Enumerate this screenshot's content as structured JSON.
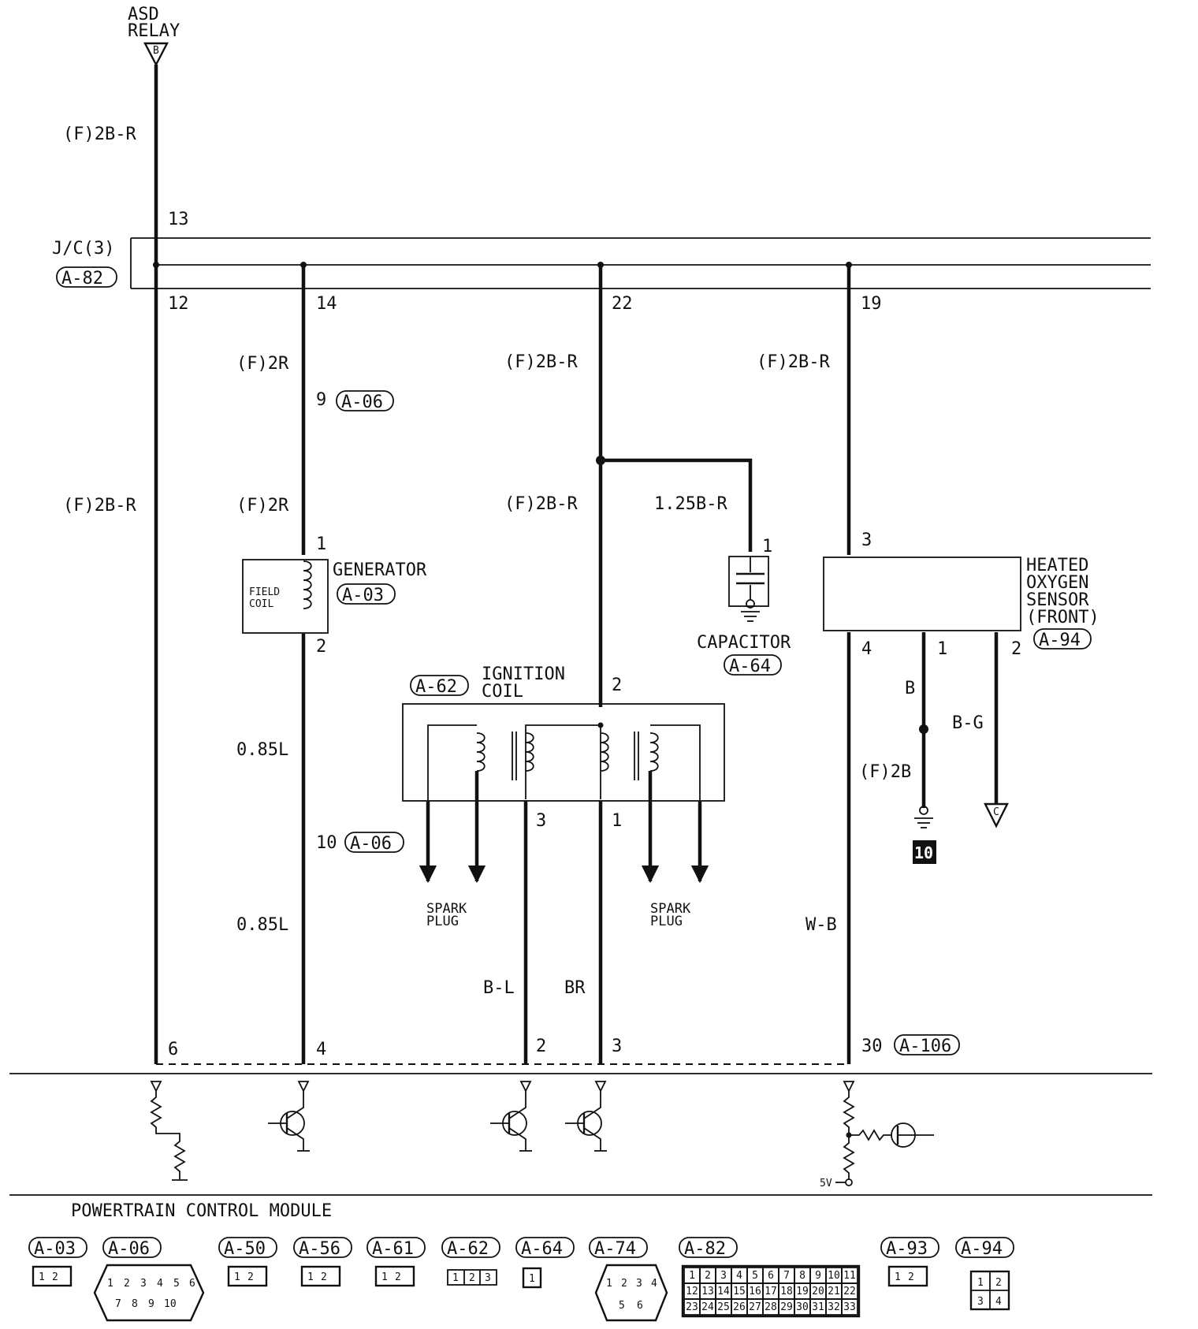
{
  "asd_relay": {
    "line1": "ASD",
    "line2": "RELAY",
    "connector": "B"
  },
  "wire_labels": {
    "relay_feed": "(F)2B-R",
    "w12": "(F)2B-R",
    "w14_upper": "(F)2R",
    "w14_lower": "(F)2R",
    "w22_upper": "(F)2B-R",
    "w22_lower": "(F)2B-R",
    "cap_branch": "1.25B-R",
    "w19": "(F)2B-R",
    "gen_out_1": "0.85L",
    "gen_out_2": "0.85L",
    "coil3": "B-L",
    "coil1": "BR",
    "o2_4": "W-B",
    "o2_1": "B",
    "o2_ground": "(F)2B",
    "o2_2": "B-G"
  },
  "junction": {
    "name": "J/C(3)",
    "connector": "A-82",
    "pin_in": "13",
    "pins_out": [
      "12",
      "14",
      "22",
      "19"
    ]
  },
  "pins": {
    "a06_9": "9",
    "a06_9_conn": "A-06",
    "gen_1": "1",
    "gen_2": "2",
    "a06_10": "10",
    "a06_10_conn": "A-06",
    "coil_2": "2",
    "coil_3": "3",
    "coil_1": "1",
    "cap_1": "1",
    "o2_3": "3",
    "o2_4": "4",
    "o2_1": "1",
    "o2_2": "2",
    "pcm_6": "6",
    "pcm_4": "4",
    "pcm_2": "2",
    "pcm_3": "3",
    "pcm_30": "30",
    "pcm_30_conn": "A-106"
  },
  "components": {
    "generator": {
      "name": "GENERATOR",
      "connector": "A-03",
      "inner1": "FIELD",
      "inner2": "COIL"
    },
    "ignition_coil": {
      "line1": "IGNITION",
      "line2": "COIL",
      "connector": "A-62"
    },
    "capacitor": {
      "name": "CAPACITOR",
      "connector": "A-64"
    },
    "o2_sensor": {
      "line1": "HEATED",
      "line2": "OXYGEN",
      "line3": "SENSOR",
      "line4": "(FRONT)",
      "connector": "A-94"
    },
    "spark_left": {
      "line1": "SPARK",
      "line2": "PLUG"
    },
    "spark_right": {
      "line1": "SPARK",
      "line2": "PLUG"
    },
    "ground_id": "10",
    "offpage_c": "C"
  },
  "pcm": {
    "name": "POWERTRAIN CONTROL MODULE",
    "vref": "5V"
  },
  "connector_legend": {
    "a03": {
      "label": "A-03",
      "pins": [
        "1",
        "2"
      ]
    },
    "a06": {
      "label": "A-06",
      "pins": [
        "1",
        "2",
        "3",
        "4",
        "5",
        "6",
        "7",
        "8",
        "9",
        "10"
      ]
    },
    "a50": {
      "label": "A-50",
      "pins": [
        "1",
        "2"
      ]
    },
    "a56": {
      "label": "A-56",
      "pins": [
        "1",
        "2"
      ]
    },
    "a61": {
      "label": "A-61",
      "pins": [
        "1",
        "2"
      ]
    },
    "a62": {
      "label": "A-62",
      "pins": [
        "1",
        "2",
        "3"
      ]
    },
    "a64": {
      "label": "A-64",
      "pins": [
        "1"
      ]
    },
    "a74": {
      "label": "A-74",
      "pins": [
        "1",
        "2",
        "3",
        "4",
        "5",
        "6"
      ]
    },
    "a82": {
      "label": "A-82",
      "pins": [
        "1",
        "2",
        "3",
        "4",
        "5",
        "6",
        "7",
        "8",
        "9",
        "10",
        "11",
        "12",
        "13",
        "14",
        "15",
        "16",
        "17",
        "18",
        "19",
        "20",
        "21",
        "22",
        "23",
        "24",
        "25",
        "26",
        "27",
        "28",
        "29",
        "30",
        "31",
        "32",
        "33"
      ]
    },
    "a93": {
      "label": "A-93",
      "pins": [
        "1",
        "2"
      ]
    },
    "a94": {
      "label": "A-94",
      "pins": [
        "1",
        "2",
        "3",
        "4"
      ]
    }
  }
}
